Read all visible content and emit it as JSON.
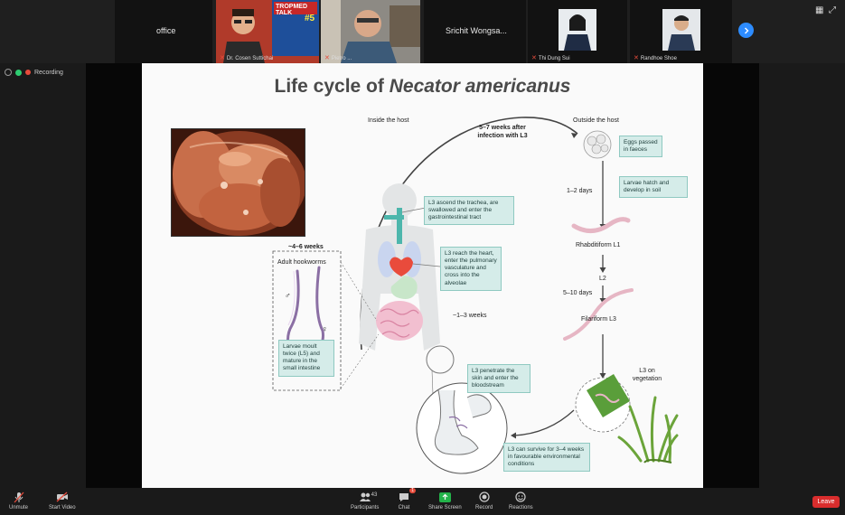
{
  "gallery": {
    "tiles": [
      {
        "name": "office"
      },
      {
        "footer": "Dr. Cosen Suttichai"
      },
      {
        "footer": "Pietro ..."
      },
      {
        "name": "Srichit Wongsa..."
      },
      {
        "footer": "Thi Dung Sui"
      },
      {
        "footer": "Randhoe Shoe"
      }
    ],
    "tropmed_badge": "TROPMED TALK",
    "tropmed_number": "#5",
    "next_icon": "chevron-right-icon"
  },
  "recording": {
    "label": "Recording"
  },
  "slide": {
    "title_plain": "Life cycle of ",
    "title_italic": "Necator americanus",
    "inside_host": "Inside the host",
    "outside_host": "Outside the host",
    "weeks_infection": "5–7 weeks after infection with L3",
    "eggs_box": "Eggs passed in faeces",
    "days_1_2": "1–2 days",
    "larvae_box": "Larvae hatch and develop in soil",
    "rhabditiform": "Rhabditiform L1",
    "l2": "L2",
    "days_5_10": "5–10 days",
    "filariform": "Filariform L3",
    "l3_vegetation": "L3 on vegetation",
    "trachea_box": "L3 ascend the trachea, are swallowed and enter the gastrointestinal tract",
    "heart_box": "L3 reach the heart, enter the pulmonary vasculature and cross into the alveolae",
    "weeks_1_3": "~1–3 weeks",
    "weeks_4_6": "~4–6 weeks",
    "adult_hookworms": "Adult hookworms",
    "male_symbol": "♂",
    "female_symbol": "♀",
    "moult_box": "Larvae moult twice (L5) and mature in the small intestine",
    "penetrate_box": "L3 penetrate the skin and enter the bloodstream",
    "survive_box": "L3 can survive for 3–4 weeks in favourable environmental conditions"
  },
  "toolbar": {
    "unmute": "Unmute",
    "start_video": "Start Video",
    "participants": "Participants",
    "participants_count": "43",
    "chat": "Chat",
    "chat_badge": "1",
    "share_screen": "Share Screen",
    "record": "Record",
    "reactions": "Reactions",
    "leave": "Leave"
  },
  "colors": {
    "leave_red": "#d92d2d",
    "share_green": "#23b34a",
    "accent_blue": "#2d8cff",
    "box_teal": "#d5ece9"
  }
}
